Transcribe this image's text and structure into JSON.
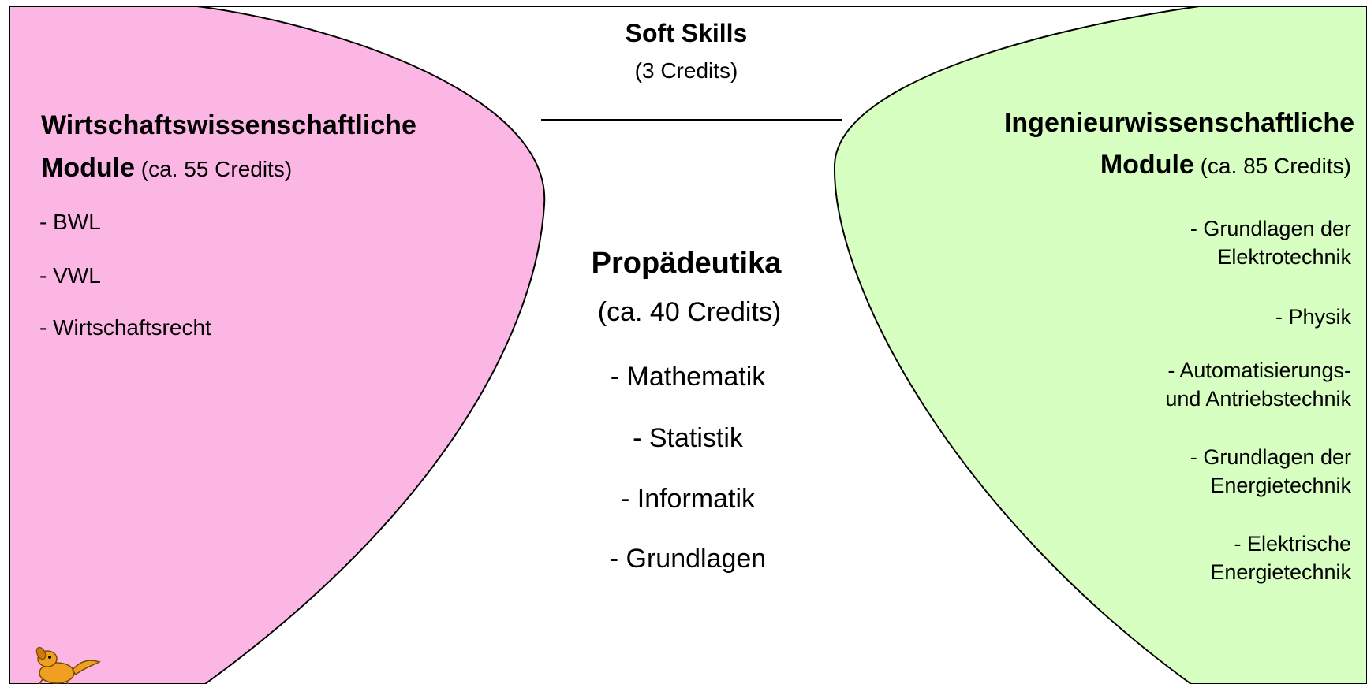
{
  "colors": {
    "pink_region": "#fbb6e4",
    "green_region": "#d6ffc1",
    "outline": "#000000",
    "background": "#ffffff",
    "logo_orange": "#f0a020"
  },
  "top": {
    "title": "Soft Skills",
    "credits": "(3 Credits)"
  },
  "left": {
    "title_line1": "Wirtschaftswissenschaftliche",
    "title_line2_bold": "Module",
    "title_line2_rest": " (ca. 55 Credits)",
    "items": [
      "- BWL",
      "- VWL",
      "- Wirtschaftsrecht"
    ]
  },
  "center": {
    "title": "Propädeutika",
    "credits": "(ca. 40 Credits)",
    "items": [
      "- Mathematik",
      "- Statistik",
      "- Informatik",
      "- Grundlagen"
    ]
  },
  "right": {
    "title_line1": "Ingenieurwissenschaftliche",
    "title_line2_bold": "Module",
    "title_line2_rest": " (ca. 85 Credits)",
    "items": [
      {
        "line1": "- Grundlagen der",
        "line2": "Elektrotechnik"
      },
      {
        "line1": "- Physik",
        "line2": ""
      },
      {
        "line1": "-  Automatisierungs-",
        "line2": "und Antriebstechnik"
      },
      {
        "line1": "- Grundlagen der",
        "line2": "Energietechnik"
      },
      {
        "line1": "- Elektrische",
        "line2": "Energietechnik"
      }
    ]
  },
  "logo": {
    "icon": "dog-mascot-icon"
  }
}
